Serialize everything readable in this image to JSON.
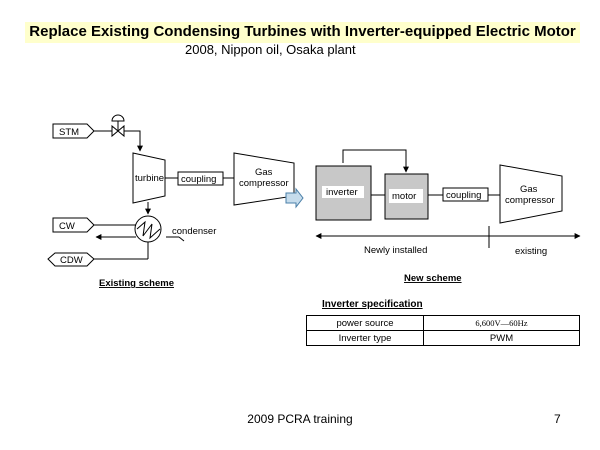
{
  "title": "Replace Existing Condensing Turbines with Inverter-equipped Electric Motor",
  "subtitle": "2008, Nippon oil, Osaka plant",
  "existing": {
    "stm": "STM",
    "turbine": "turbine",
    "coupling": "coupling",
    "gas1": "Gas",
    "gas2": "compressor",
    "cw": "CW",
    "condenser": "condenser",
    "cdw": "CDW",
    "scheme": "Existing scheme"
  },
  "newscheme": {
    "inverter": "inverter",
    "motor": "motor",
    "coupling": "coupling",
    "gas1": "Gas",
    "gas2": "compressor",
    "newly_installed": "Newly installed",
    "existing": "existing",
    "scheme": "New scheme"
  },
  "spec": {
    "heading": "Inverter specification",
    "rows": [
      {
        "key": "power source",
        "value": "6,600V—60Hz"
      },
      {
        "key": "Inverter type",
        "value": "PWM"
      }
    ]
  },
  "footer": "2009 PCRA training",
  "page": "7",
  "colors": {
    "title_bg": "#ffffcc",
    "box_fill": "#c8c8c8",
    "arrow_fill": "#c6dcec"
  }
}
